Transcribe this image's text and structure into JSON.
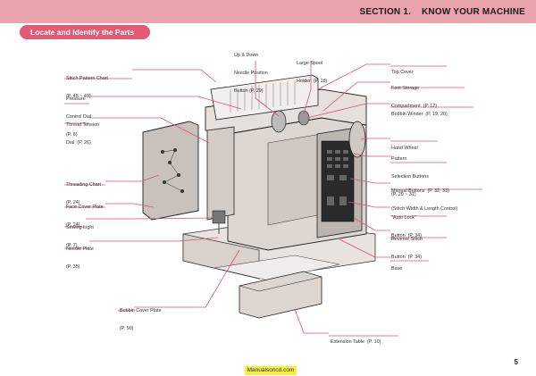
{
  "header": {
    "section": "SECTION 1.",
    "title": "KNOW YOUR MACHINE",
    "banner": "Locate and Identify the Parts"
  },
  "labels": {
    "stitch_pattern_chart": [
      "Stitch Pattern Chart",
      "(P. 45 ~ 49)"
    ],
    "pressure_control_dial": [
      "Pressure",
      "Control Dial",
      "(P. 8)"
    ],
    "thread_tension_dial": [
      "Thread Tension",
      "Dial  (P. 26)"
    ],
    "threading_chart": [
      "Threading Chart",
      "(P. 24)"
    ],
    "face_cover_plate": [
      "Face Cover Plate",
      "(P. 24)"
    ],
    "sewing_light": [
      "Sewing Light",
      "(P. 7)"
    ],
    "needle_plate": [
      "Needle Plate",
      "(P. 35)"
    ],
    "bobbin_cover_plate": [
      "Bobbin Cover Plate",
      "(P. 90)"
    ],
    "needle_position_button": [
      "Up & Down",
      "Needle Position",
      "Button (P. 29)"
    ],
    "large_spool_holder": [
      "Large Spool",
      "Holder  (P. 18)"
    ],
    "top_cover": [
      "Top Cover"
    ],
    "foot_storage": [
      "Foot Storage",
      "Compartment  (P. 12)"
    ],
    "bobbin_winder": [
      "Bobbin Winder  (P. 19, 20)"
    ],
    "hand_wheel": [
      "Hand Wheel"
    ],
    "pattern_selection_buttons": [
      "Pattern",
      "Selection Buttons",
      "(P. 29 ~ 31)"
    ],
    "manual_buttons": [
      "Manual Buttons  (P. 32, 33)",
      "(Stitch Width & Length Control)"
    ],
    "auto_lock_button": [
      "\"Auto Lock\"",
      "Button  (P. 34)"
    ],
    "reverse_stitch_button": [
      "Reverse Stitch",
      "Button  (P. 34)"
    ],
    "base": [
      "Base"
    ],
    "extension_table": [
      "Extension Table  (P. 10)"
    ]
  },
  "footer": {
    "page_number": "5",
    "watermark": "Manualsoncd.com"
  }
}
